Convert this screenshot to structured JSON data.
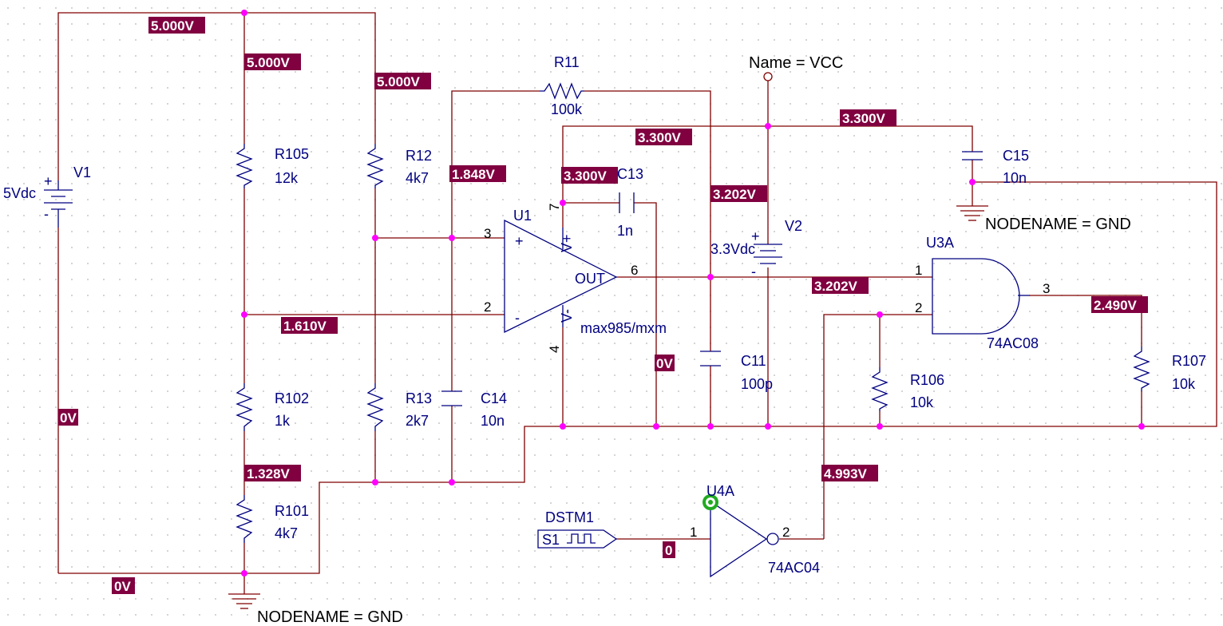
{
  "components": {
    "v1": {
      "ref": "V1",
      "value": "5Vdc"
    },
    "v2": {
      "ref": "V2",
      "value": "3.3Vdc"
    },
    "r105": {
      "ref": "R105",
      "value": "12k"
    },
    "r102": {
      "ref": "R102",
      "value": "1k"
    },
    "r101": {
      "ref": "R101",
      "value": "4k7"
    },
    "r12": {
      "ref": "R12",
      "value": "4k7"
    },
    "r13": {
      "ref": "R13",
      "value": "2k7"
    },
    "r11": {
      "ref": "R11",
      "value": "100k"
    },
    "r106": {
      "ref": "R106",
      "value": "10k"
    },
    "r107": {
      "ref": "R107",
      "value": "10k"
    },
    "c14": {
      "ref": "C14",
      "value": "10n"
    },
    "c13": {
      "ref": "C13",
      "value": "1n"
    },
    "c11": {
      "ref": "C11",
      "value": "100p"
    },
    "c15": {
      "ref": "C15",
      "value": "10n"
    },
    "u1": {
      "ref": "U1",
      "model": "max985/mxm",
      "pin_plus_in": "3",
      "pin_minus_in": "2",
      "pin_out": "6",
      "pin_vplus": "7",
      "pin_vminus": "4",
      "label_out": "OUT",
      "label_vplus": "V+",
      "label_vminus": "V-",
      "sign_plus": "+",
      "sign_minus": "-"
    },
    "u3a": {
      "ref": "U3A",
      "model": "74AC08",
      "pin_in1": "1",
      "pin_in2": "2",
      "pin_out": "3"
    },
    "u4a": {
      "ref": "U4A",
      "model": "74AC04",
      "pin_in": "1",
      "pin_out": "2"
    },
    "dstm1": {
      "ref": "DSTM1",
      "name": "S1"
    }
  },
  "net_labels": {
    "vcc": "Name = VCC",
    "gnd_right": "NODENAME = GND",
    "gnd_bottom": "NODENAME = GND"
  },
  "voltages": {
    "top_rail_left": "5.000V",
    "r105_top": "5.000V",
    "r12_top": "5.000V",
    "noninv_in": "1.848V",
    "inv_in": "1.610V",
    "r101_top": "1.328V",
    "v1_neg": "0V",
    "bottom_gnd": "0V",
    "vcc_rail": "3.300V",
    "vcc_rail_right": "3.300V",
    "u1_vplus": "3.300V",
    "r11_right": "3.202V",
    "comp_out": "3.202V",
    "c13_right": "0V",
    "and_out": "2.490V",
    "inv_out": "4.993V",
    "stim": "0"
  },
  "colors": {
    "wire": "#800000",
    "component": "#000080",
    "junction": "#ff00ff",
    "voltage_bg": "#800040"
  }
}
